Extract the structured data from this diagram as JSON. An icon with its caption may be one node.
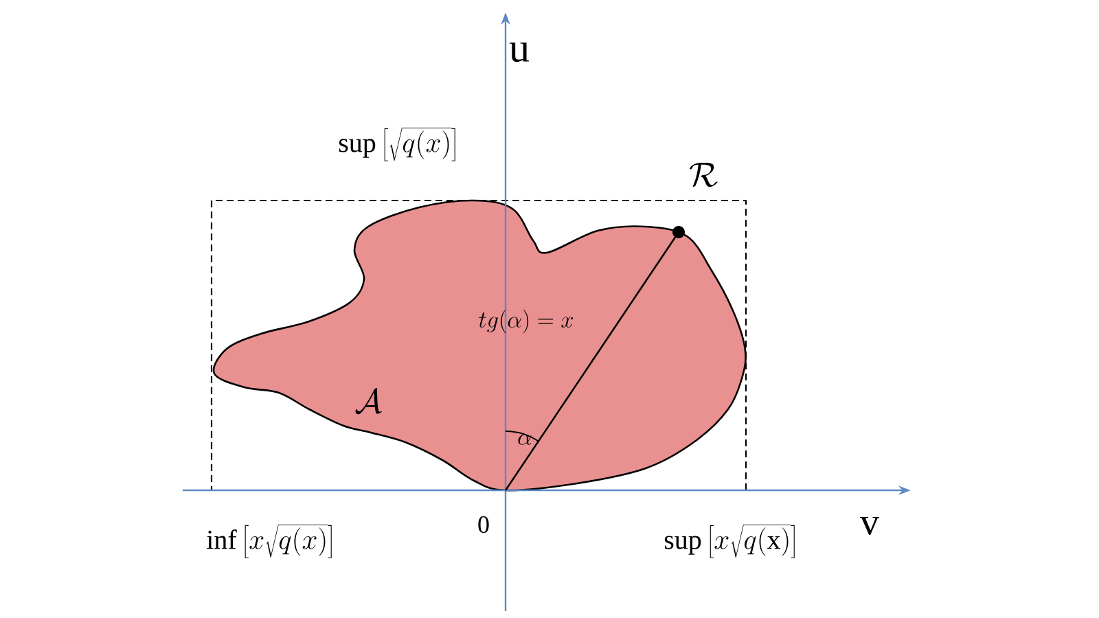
{
  "diagram": {
    "labels": [
      "u",
      "\\sup\\left[\\sqrt{q(x)}\\right]",
      "\\mathcal{R}",
      "tg(\\alpha) = x",
      "\\mathcal{A}",
      "\\alpha",
      "0",
      "\\inf\\left[x\\sqrt{q(x)}\\right]",
      "\\sup\\left[x\\sqrt{q(\\mathrm{x})}\\right]",
      "v"
    ]
  }
}
